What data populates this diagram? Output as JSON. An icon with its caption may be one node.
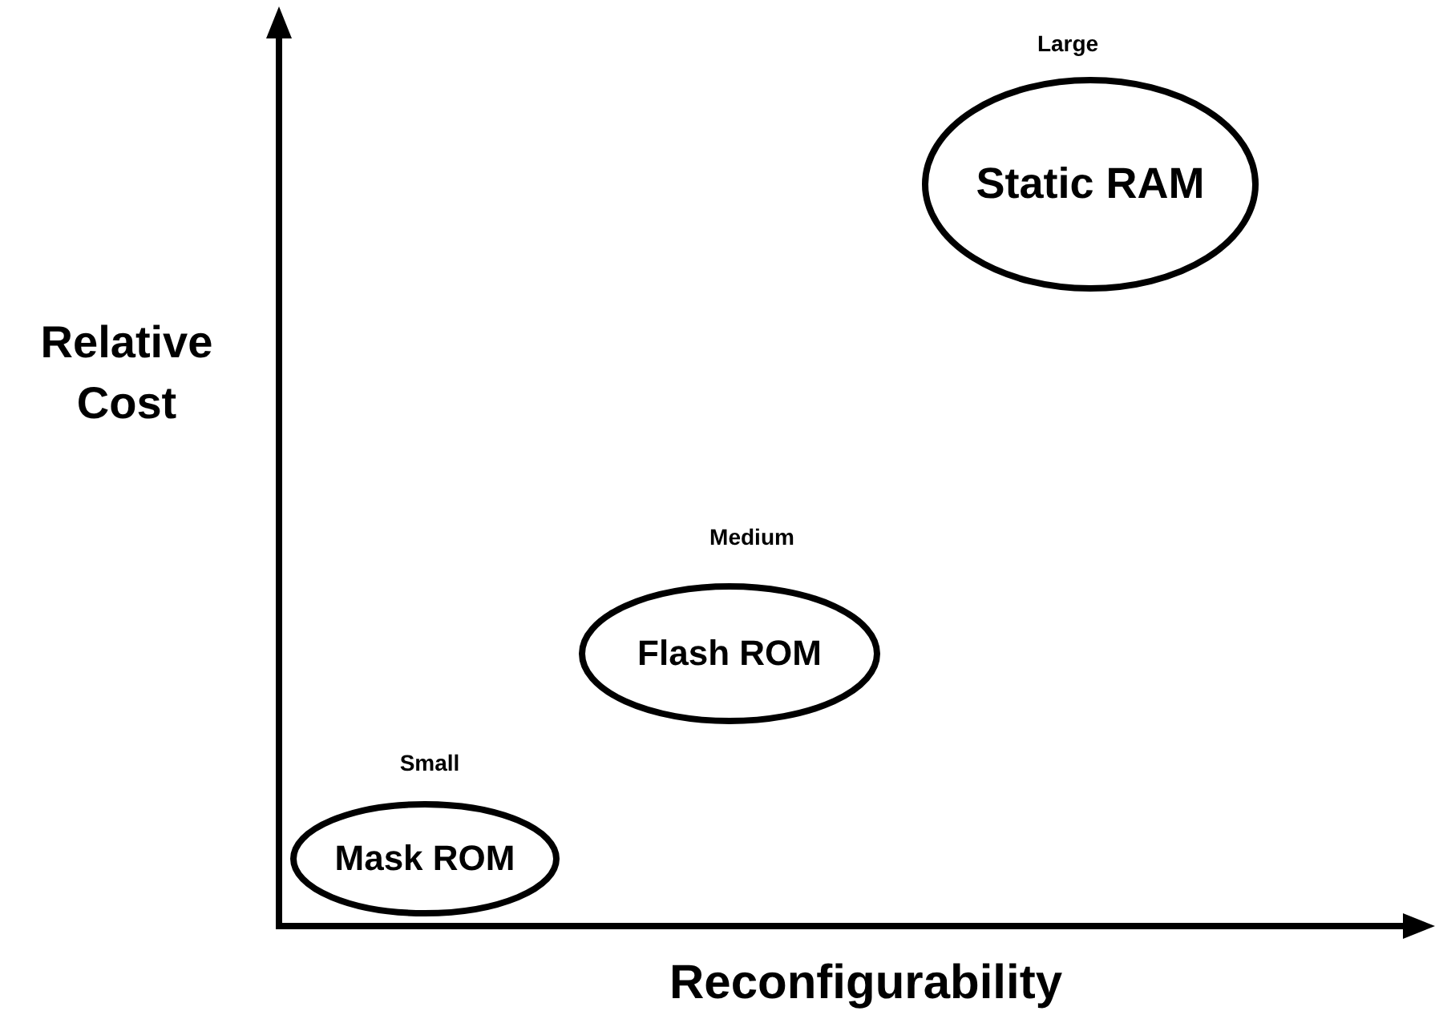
{
  "diagram": {
    "nodes": [
      {
        "text": [
          "Mask ROM"
        ],
        "beside": [
          "Small"
        ]
      },
      {
        "text": [
          "Flash ROM"
        ],
        "beside": [
          "Medium"
        ]
      },
      {
        "text": [
          "Static RAM"
        ],
        "beside": [
          "Large"
        ]
      }
    ],
    "edges": [],
    "labels": [
      "Relative Cost",
      "Reconfigurability"
    ]
  }
}
